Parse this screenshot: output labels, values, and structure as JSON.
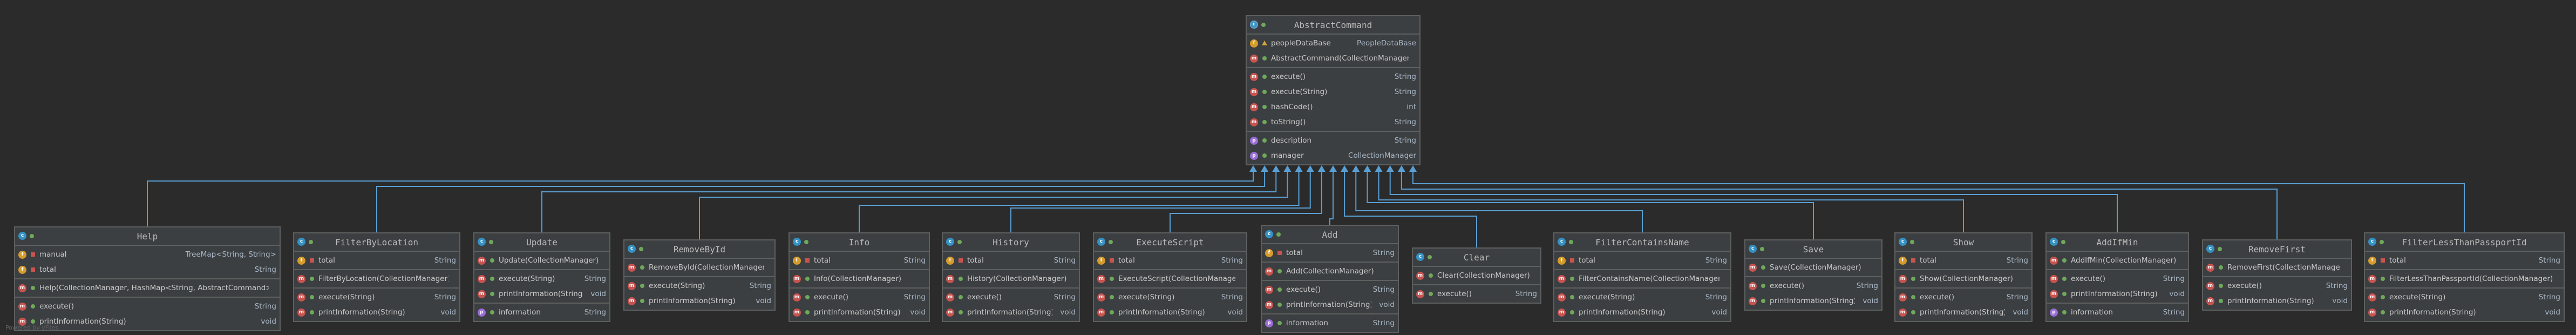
{
  "diagram": {
    "footer": "Powered by yFiles",
    "colors": {
      "background": "#2b2b2b",
      "box": "#3c3f41",
      "border": "#5e6060",
      "arrow": "#5a9fd4"
    },
    "classes": [
      {
        "name": "AbstractCommand",
        "kind": "abstract",
        "sections": [
          [
            {
              "icon": "f",
              "vis": "prot",
              "name": "peopleDataBase",
              "type": "PeopleDataBase"
            },
            {
              "icon": "m",
              "vis": "pub",
              "name": "AbstractCommand(CollectionManager)",
              "type": ""
            }
          ],
          [
            {
              "icon": "m",
              "vis": "pub",
              "name": "execute()",
              "type": "String"
            },
            {
              "icon": "m",
              "vis": "pub",
              "name": "execute(String)",
              "type": "String"
            },
            {
              "icon": "m",
              "vis": "pub",
              "name": "hashCode()",
              "type": "int"
            },
            {
              "icon": "m",
              "vis": "pub",
              "name": "toString()",
              "type": "String"
            }
          ],
          [
            {
              "icon": "p",
              "vis": "pub",
              "name": "description",
              "type": "String"
            },
            {
              "icon": "p",
              "vis": "pub",
              "name": "manager",
              "type": "CollectionManager"
            }
          ]
        ]
      },
      {
        "name": "Help",
        "kind": "class",
        "sections": [
          [
            {
              "icon": "f",
              "vis": "priv",
              "name": "manual",
              "type": "TreeMap<String, String>"
            },
            {
              "icon": "f",
              "vis": "priv",
              "name": "total",
              "type": "String"
            }
          ],
          [
            {
              "icon": "m",
              "vis": "pub",
              "name": "Help(CollectionManager, HashMap<String, AbstractCommand>)",
              "type": ""
            }
          ],
          [
            {
              "icon": "m",
              "vis": "pub",
              "name": "execute()",
              "type": "String"
            },
            {
              "icon": "m",
              "vis": "pub",
              "name": "printInformation(String)",
              "type": "void"
            }
          ]
        ]
      },
      {
        "name": "FilterByLocation",
        "kind": "class",
        "sections": [
          [
            {
              "icon": "f",
              "vis": "priv",
              "name": "total",
              "type": "String"
            }
          ],
          [
            {
              "icon": "m",
              "vis": "pub",
              "name": "FilterByLocation(CollectionManager)",
              "type": ""
            }
          ],
          [
            {
              "icon": "m",
              "vis": "pub",
              "name": "execute(String)",
              "type": "String"
            },
            {
              "icon": "m",
              "vis": "pub",
              "name": "printInformation(String)",
              "type": "void"
            }
          ]
        ]
      },
      {
        "name": "Update",
        "kind": "class",
        "sections": [
          [
            {
              "icon": "m",
              "vis": "pub",
              "name": "Update(CollectionManager)",
              "type": ""
            }
          ],
          [
            {
              "icon": "m",
              "vis": "pub",
              "name": "execute(String)",
              "type": "String"
            },
            {
              "icon": "m",
              "vis": "pub",
              "name": "printInformation(String)",
              "type": "void"
            }
          ],
          [
            {
              "icon": "p",
              "vis": "pub",
              "name": "information",
              "type": "String"
            }
          ]
        ]
      },
      {
        "name": "RemoveById",
        "kind": "class",
        "sections": [
          [
            {
              "icon": "m",
              "vis": "pub",
              "name": "RemoveById(CollectionManager)",
              "type": ""
            }
          ],
          [
            {
              "icon": "m",
              "vis": "pub",
              "name": "execute(String)",
              "type": "String"
            },
            {
              "icon": "m",
              "vis": "pub",
              "name": "printInformation(String)",
              "type": "void"
            }
          ]
        ]
      },
      {
        "name": "Info",
        "kind": "class",
        "sections": [
          [
            {
              "icon": "f",
              "vis": "priv",
              "name": "total",
              "type": "String"
            }
          ],
          [
            {
              "icon": "m",
              "vis": "pub",
              "name": "Info(CollectionManager)",
              "type": ""
            }
          ],
          [
            {
              "icon": "m",
              "vis": "pub",
              "name": "execute()",
              "type": "String"
            },
            {
              "icon": "m",
              "vis": "pub",
              "name": "printInformation(String)",
              "type": "void"
            }
          ]
        ]
      },
      {
        "name": "History",
        "kind": "class",
        "sections": [
          [
            {
              "icon": "f",
              "vis": "priv",
              "name": "total",
              "type": "String"
            }
          ],
          [
            {
              "icon": "m",
              "vis": "pub",
              "name": "History(CollectionManager)",
              "type": ""
            }
          ],
          [
            {
              "icon": "m",
              "vis": "pub",
              "name": "execute()",
              "type": "String"
            },
            {
              "icon": "m",
              "vis": "pub",
              "name": "printInformation(String)",
              "type": "void"
            }
          ]
        ]
      },
      {
        "name": "ExecuteScript",
        "kind": "class",
        "sections": [
          [
            {
              "icon": "f",
              "vis": "priv",
              "name": "total",
              "type": "String"
            }
          ],
          [
            {
              "icon": "m",
              "vis": "pub",
              "name": "ExecuteScript(CollectionManager)",
              "type": ""
            }
          ],
          [
            {
              "icon": "m",
              "vis": "pub",
              "name": "execute(String)",
              "type": "String"
            },
            {
              "icon": "m",
              "vis": "pub",
              "name": "printInformation(String)",
              "type": "void"
            }
          ]
        ]
      },
      {
        "name": "Add",
        "kind": "class",
        "sections": [
          [
            {
              "icon": "f",
              "vis": "priv",
              "name": "total",
              "type": "String"
            }
          ],
          [
            {
              "icon": "m",
              "vis": "pub",
              "name": "Add(CollectionManager)",
              "type": ""
            }
          ],
          [
            {
              "icon": "m",
              "vis": "pub",
              "name": "execute()",
              "type": "String"
            },
            {
              "icon": "m",
              "vis": "pub",
              "name": "printInformation(String)",
              "type": "void"
            }
          ],
          [
            {
              "icon": "p",
              "vis": "pub",
              "name": "information",
              "type": "String"
            }
          ]
        ]
      },
      {
        "name": "Clear",
        "kind": "class",
        "sections": [
          [
            {
              "icon": "m",
              "vis": "pub",
              "name": "Clear(CollectionManager)",
              "type": ""
            }
          ],
          [
            {
              "icon": "m",
              "vis": "pub",
              "name": "execute()",
              "type": "String"
            }
          ]
        ]
      },
      {
        "name": "FilterContainsName",
        "kind": "class",
        "sections": [
          [
            {
              "icon": "f",
              "vis": "priv",
              "name": "total",
              "type": "String"
            }
          ],
          [
            {
              "icon": "m",
              "vis": "pub",
              "name": "FilterContainsName(CollectionManager)",
              "type": ""
            }
          ],
          [
            {
              "icon": "m",
              "vis": "pub",
              "name": "execute(String)",
              "type": "String"
            },
            {
              "icon": "m",
              "vis": "pub",
              "name": "printInformation(String)",
              "type": "void"
            }
          ]
        ]
      },
      {
        "name": "Save",
        "kind": "class",
        "sections": [
          [
            {
              "icon": "m",
              "vis": "pub",
              "name": "Save(CollectionManager)",
              "type": ""
            }
          ],
          [
            {
              "icon": "m",
              "vis": "pub",
              "name": "execute()",
              "type": "String"
            },
            {
              "icon": "m",
              "vis": "pub",
              "name": "printInformation(String)",
              "type": "void"
            }
          ]
        ]
      },
      {
        "name": "Show",
        "kind": "class",
        "sections": [
          [
            {
              "icon": "f",
              "vis": "priv",
              "name": "total",
              "type": "String"
            }
          ],
          [
            {
              "icon": "m",
              "vis": "pub",
              "name": "Show(CollectionManager)",
              "type": ""
            }
          ],
          [
            {
              "icon": "m",
              "vis": "pub",
              "name": "execute()",
              "type": "String"
            },
            {
              "icon": "m",
              "vis": "pub",
              "name": "printInformation(String)",
              "type": "void"
            }
          ]
        ]
      },
      {
        "name": "AddIfMin",
        "kind": "class",
        "sections": [
          [
            {
              "icon": "m",
              "vis": "pub",
              "name": "AddIfMin(CollectionManager)",
              "type": ""
            }
          ],
          [
            {
              "icon": "m",
              "vis": "pub",
              "name": "execute()",
              "type": "String"
            },
            {
              "icon": "m",
              "vis": "pub",
              "name": "printInformation(String)",
              "type": "void"
            }
          ],
          [
            {
              "icon": "p",
              "vis": "pub",
              "name": "information",
              "type": "String"
            }
          ]
        ]
      },
      {
        "name": "RemoveFirst",
        "kind": "class",
        "sections": [
          [
            {
              "icon": "m",
              "vis": "pub",
              "name": "RemoveFirst(CollectionManager)",
              "type": ""
            }
          ],
          [
            {
              "icon": "m",
              "vis": "pub",
              "name": "execute()",
              "type": "String"
            },
            {
              "icon": "m",
              "vis": "pub",
              "name": "printInformation(String)",
              "type": "void"
            }
          ]
        ]
      },
      {
        "name": "FilterLessThanPassportId",
        "kind": "class",
        "sections": [
          [
            {
              "icon": "f",
              "vis": "priv",
              "name": "total",
              "type": "String"
            }
          ],
          [
            {
              "icon": "m",
              "vis": "pub",
              "name": "FilterLessThanPassportId(CollectionManager)",
              "type": ""
            }
          ],
          [
            {
              "icon": "m",
              "vis": "pub",
              "name": "execute(String)",
              "type": "String"
            },
            {
              "icon": "m",
              "vis": "pub",
              "name": "printInformation(String)",
              "type": "void"
            }
          ]
        ]
      }
    ]
  }
}
